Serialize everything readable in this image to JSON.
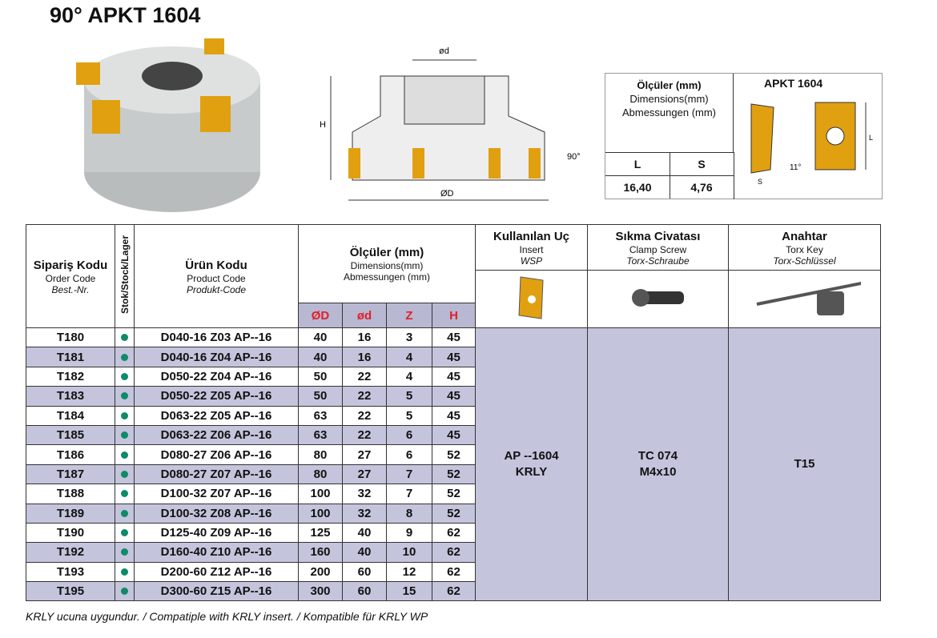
{
  "title": "90° APKT 1604",
  "drawing": {
    "label_d": "ød",
    "label_D": "ØD",
    "label_H": "H",
    "angle": "90°"
  },
  "insert_dims": {
    "title_tr": "Ölçüler (mm)",
    "title_en": "Dimensions(mm)",
    "title_de": "Abmessungen (mm)",
    "insert_name": "APKT 1604",
    "col_L": "L",
    "col_S": "S",
    "val_L": "16,40",
    "val_S": "4,76",
    "angle": "11°",
    "label_L": "L",
    "label_S": "S"
  },
  "table": {
    "h_order": {
      "tr": "Sipariş Kodu",
      "en": "Order Code",
      "de": "Best.-Nr."
    },
    "h_stock": "Stok/Stock/Lager",
    "h_product": {
      "tr": "Ürün Kodu",
      "en": "Product Code",
      "de": "Produkt-Code"
    },
    "h_dims": {
      "tr": "Ölçüler (mm)",
      "en": "Dimensions(mm)",
      "de": "Abmessungen (mm)"
    },
    "dim_cols": [
      "ØD",
      "ød",
      "Z",
      "H"
    ],
    "h_insert": {
      "tr": "Kullanılan Uç",
      "en": "Insert",
      "de": "WSP"
    },
    "h_screw": {
      "tr": "Sıkma Civatası",
      "en": "Clamp Screw",
      "de": "Torx-Schraube"
    },
    "h_key": {
      "tr": "Anahtar",
      "en": "Torx Key",
      "de": "Torx-Schlüssel"
    },
    "insert_val": [
      "AP --1604",
      "KRLY"
    ],
    "screw_val": [
      "TC 074",
      "M4x10"
    ],
    "key_val": "T15",
    "stock_color": "#0f8a68",
    "rows": [
      [
        "T180",
        "D040-16 Z03 AP--16",
        "40",
        "16",
        "3",
        "45"
      ],
      [
        "T181",
        "D040-16 Z04 AP--16",
        "40",
        "16",
        "4",
        "45"
      ],
      [
        "T182",
        "D050-22 Z04 AP--16",
        "50",
        "22",
        "4",
        "45"
      ],
      [
        "T183",
        "D050-22 Z05 AP--16",
        "50",
        "22",
        "5",
        "45"
      ],
      [
        "T184",
        "D063-22 Z05 AP--16",
        "63",
        "22",
        "5",
        "45"
      ],
      [
        "T185",
        "D063-22 Z06 AP--16",
        "63",
        "22",
        "6",
        "45"
      ],
      [
        "T186",
        "D080-27 Z06 AP--16",
        "80",
        "27",
        "6",
        "52"
      ],
      [
        "T187",
        "D080-27 Z07 AP--16",
        "80",
        "27",
        "7",
        "52"
      ],
      [
        "T188",
        "D100-32 Z07 AP--16",
        "100",
        "32",
        "7",
        "52"
      ],
      [
        "T189",
        "D100-32 Z08 AP--16",
        "100",
        "32",
        "8",
        "52"
      ],
      [
        "T190",
        "D125-40 Z09 AP--16",
        "125",
        "40",
        "9",
        "62"
      ],
      [
        "T192",
        "D160-40 Z10 AP--16",
        "160",
        "40",
        "10",
        "62"
      ],
      [
        "T193",
        "D200-60 Z12 AP--16",
        "200",
        "60",
        "12",
        "62"
      ],
      [
        "T195",
        "D300-60 Z15 AP--16",
        "300",
        "60",
        "15",
        "62"
      ]
    ]
  },
  "footer": "KRLY ucuna uygundur. / Compatiple with KRLY insert. / Kompatible für KRLY WP"
}
